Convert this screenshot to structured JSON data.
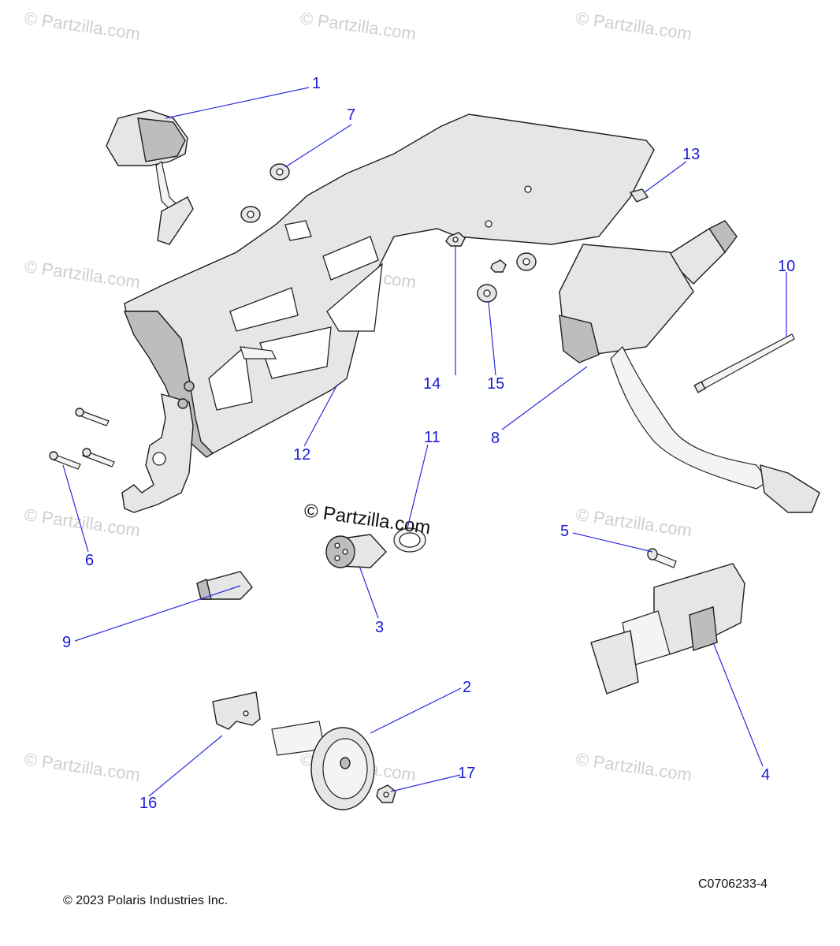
{
  "watermark": {
    "text": "© Partzilla.com",
    "center_text": "© Partzilla.com"
  },
  "callouts": {
    "c1": "1",
    "c2": "2",
    "c3": "3",
    "c4": "4",
    "c5": "5",
    "c6": "6",
    "c7": "7",
    "c8": "8",
    "c9": "9",
    "c10": "10",
    "c11": "11",
    "c12": "12",
    "c13": "13",
    "c14": "14",
    "c15": "15",
    "c16": "16",
    "c17": "17"
  },
  "footer": {
    "copyright": "© 2023 Polaris Industries Inc.",
    "diagram_code": "C0706233-4"
  },
  "colors": {
    "callout": "#1a1ad6",
    "part_fill": "#e6e6e6",
    "outline": "#1e1e1e",
    "watermark": "#cfcfcf"
  }
}
